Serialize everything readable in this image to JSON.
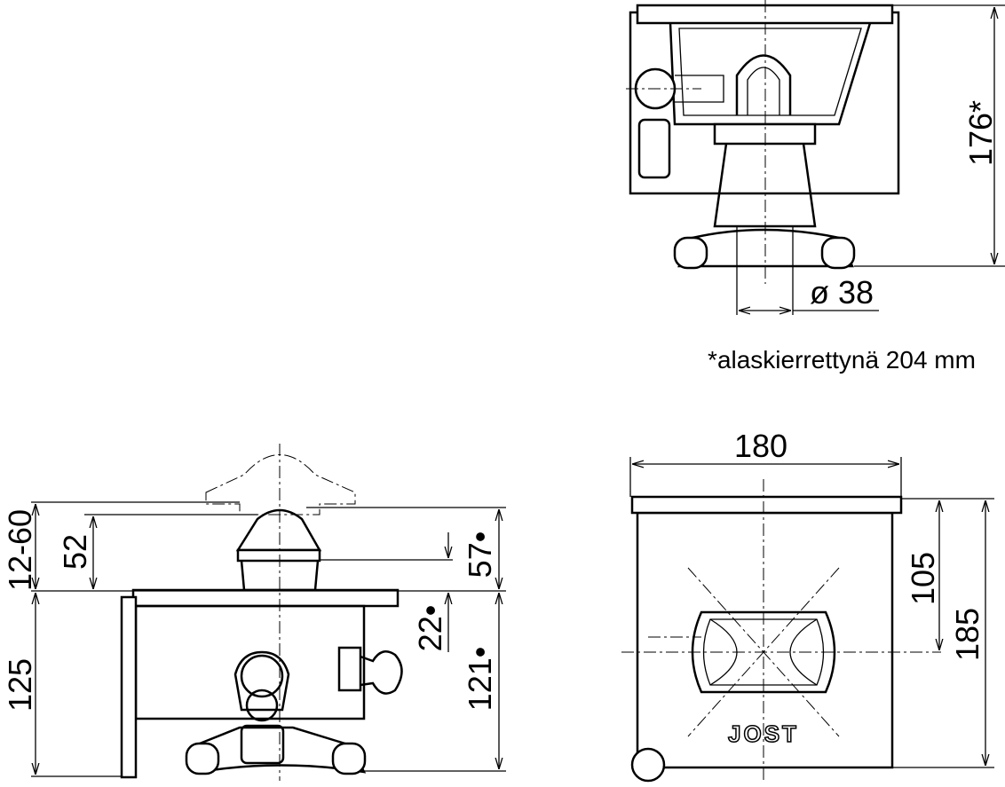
{
  "top_view": {
    "height_dimension": "176*",
    "diameter_dimension": "ø 38",
    "footnote": "*alaskierrettynä 204 mm"
  },
  "front_view": {
    "width_dimension": "180",
    "inner_height_dimension": "105",
    "total_height_dimension": "185",
    "logo": "JOST"
  },
  "side_view": {
    "adjust_range_dimension": "12-60",
    "knob_height_dimension": "52",
    "upper_dimension": "57•",
    "offset_dimension": "22•",
    "lower_dimension": "121•",
    "body_height_dimension": "125"
  }
}
